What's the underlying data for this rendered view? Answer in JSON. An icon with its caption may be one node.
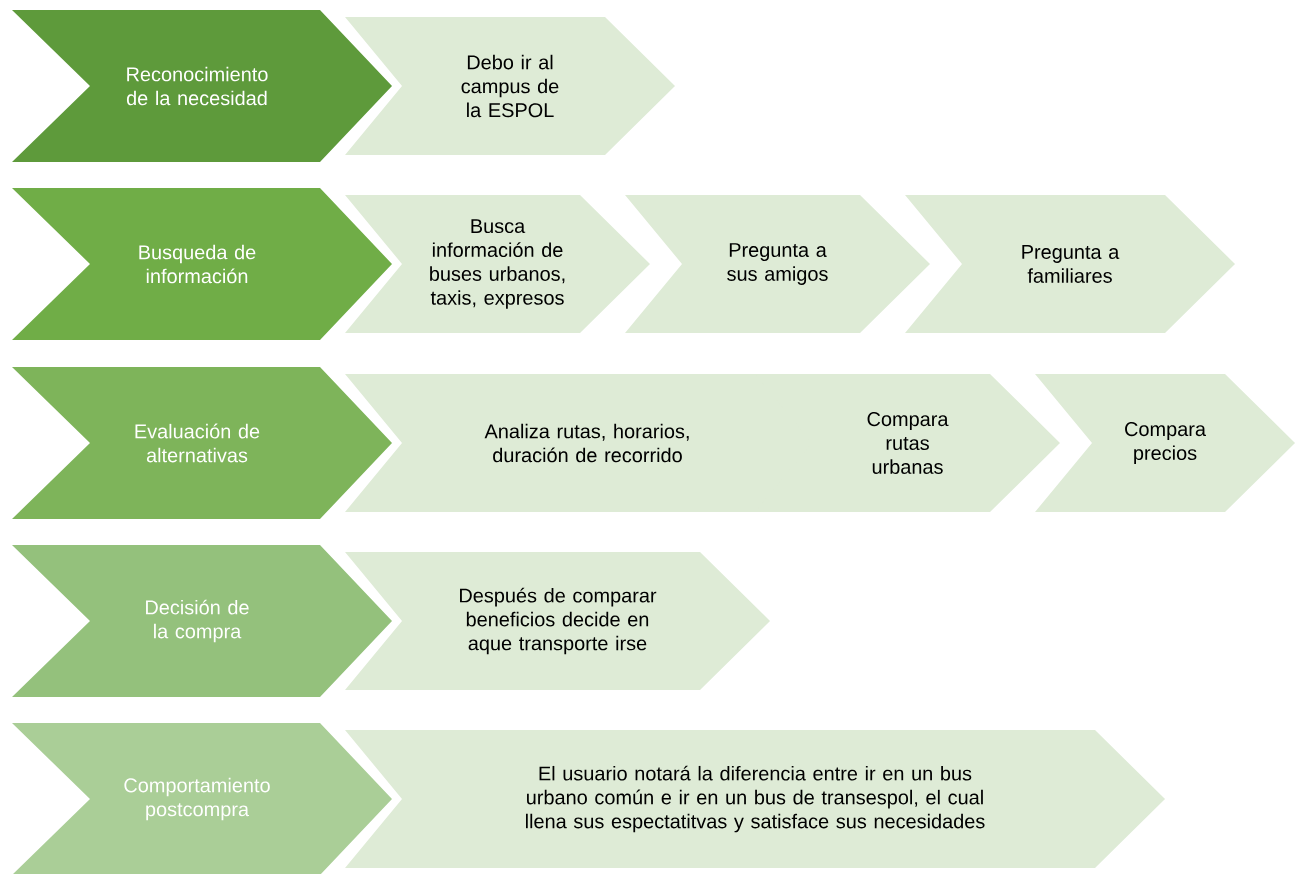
{
  "diagram": {
    "nodes": [
      {
        "text": [
          "Reconocimiento de la necesidad"
        ]
      },
      {
        "text": [
          "Debo ir al campus de la ESPOL"
        ]
      },
      {
        "text": [
          "Busqueda de información"
        ]
      },
      {
        "text": [
          "Busca información de buses urbanos, taxis, expresos"
        ]
      },
      {
        "text": [
          "Pregunta a sus amigos"
        ]
      },
      {
        "text": [
          "Pregunta a familiares"
        ]
      },
      {
        "text": [
          "Evaluación de alternativas"
        ]
      },
      {
        "text": [
          "Analiza rutas, horarios, duración de recorrido"
        ]
      },
      {
        "text": [
          "Compara rutas urbanas"
        ]
      },
      {
        "text": [
          "Compara precios"
        ]
      },
      {
        "text": [
          "Decisión de la compra"
        ]
      },
      {
        "text": [
          "Después de comparar beneficios decide en aque transporte irse"
        ]
      },
      {
        "text": [
          "Comportamiento postcompra"
        ]
      },
      {
        "text": [
          "El usuario notará la diferencia entre ir en un bus urbano común e ir en un bus de transespol, el cual llena sus espectatitvas y satisface sus necesidades"
        ]
      }
    ]
  }
}
